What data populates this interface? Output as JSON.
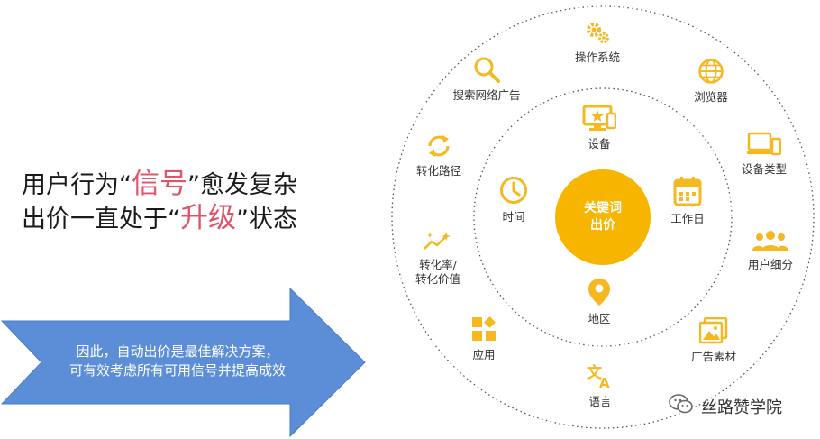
{
  "headline": {
    "line1_pre": "用户行为",
    "line1_quote_open": "“",
    "line1_highlight": "信号",
    "line1_quote_close": "”",
    "line1_post": "愈发复杂",
    "line2_pre": "出价一直处于",
    "line2_quote_open": "“",
    "line2_highlight": "升级",
    "line2_quote_close": "”",
    "line2_post": "状态"
  },
  "arrow": {
    "line1": "因此，自动出价是最佳解决方案，",
    "line2": "可有效考虑所有可用信号并提高成效",
    "fill_color": "#5b8ed6"
  },
  "center": {
    "line1": "关键词",
    "line2": "出价",
    "color": "#f7b500"
  },
  "inner_nodes": [
    {
      "id": "device",
      "label": "设备",
      "icon": "monitor-star-icon"
    },
    {
      "id": "workday",
      "label": "工作日",
      "icon": "calendar-icon"
    },
    {
      "id": "region",
      "label": "地区",
      "icon": "location-pin-icon"
    },
    {
      "id": "time",
      "label": "时间",
      "icon": "clock-icon"
    }
  ],
  "outer_nodes": [
    {
      "id": "os",
      "label": "操作系统",
      "icon": "gears-icon"
    },
    {
      "id": "browser",
      "label": "浏览器",
      "icon": "globe-icon"
    },
    {
      "id": "device-type",
      "label": "设备类型",
      "icon": "devices-icon"
    },
    {
      "id": "user-segment",
      "label": "用户细分",
      "icon": "users-icon"
    },
    {
      "id": "ad-asset",
      "label": "广告素材",
      "icon": "image-icon"
    },
    {
      "id": "language",
      "label": "语言",
      "icon": "translate-icon"
    },
    {
      "id": "app",
      "label": "应用",
      "icon": "apps-icon"
    },
    {
      "id": "conv-rate",
      "label": "转化率/",
      "label2": "转化价值",
      "icon": "sparkle-trend-icon"
    },
    {
      "id": "conv-path",
      "label": "转化路径",
      "icon": "refresh-arrows-icon"
    },
    {
      "id": "search-ads",
      "label": "搜索网络广告",
      "icon": "magnifier-icon"
    }
  ],
  "watermark": {
    "text": "丝路赞学院",
    "icon": "wechat-icon"
  },
  "colors": {
    "icon": "#f5b820",
    "ring": "#555555",
    "highlight": "#e0546b"
  }
}
